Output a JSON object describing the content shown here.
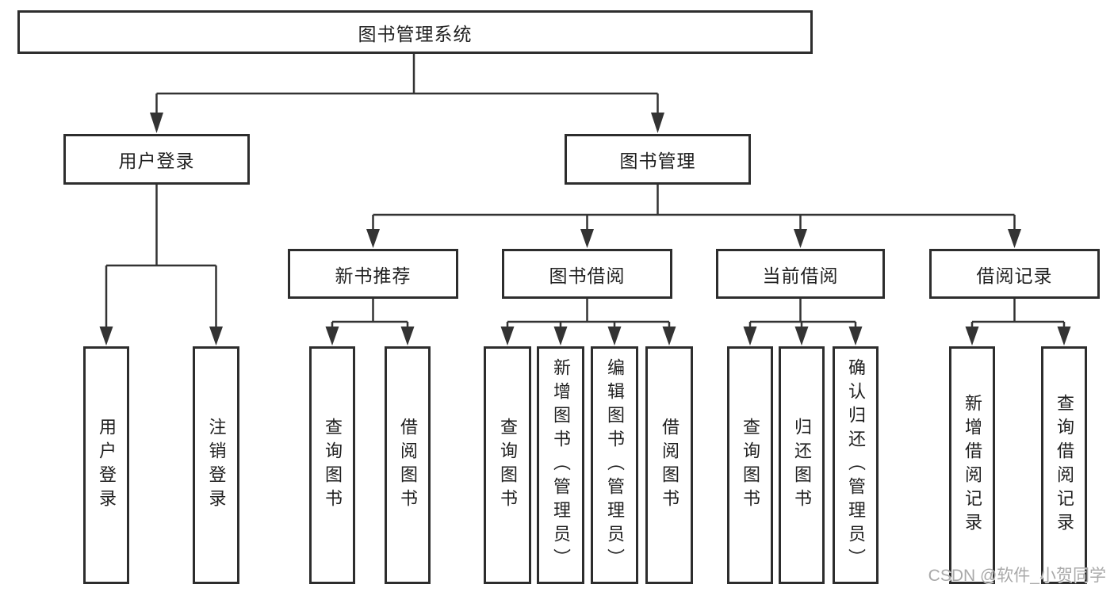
{
  "diagram": {
    "type": "tree",
    "title": "图书管理系统",
    "nodes": {
      "root": {
        "label": "图书管理系统"
      },
      "level2": [
        {
          "label": "用户登录"
        },
        {
          "label": "图书管理"
        }
      ],
      "level3": [
        {
          "label": "新书推荐"
        },
        {
          "label": "图书借阅"
        },
        {
          "label": "当前借阅"
        },
        {
          "label": "借阅记录"
        }
      ],
      "leaves": {
        "user_login": [
          "用户登录",
          "注销登录"
        ],
        "new_book_recommend": [
          "查询图书",
          "借阅图书"
        ],
        "book_borrow": [
          "查询图书",
          "新增图书（管理员）",
          "编辑图书（管理员）",
          "借阅图书"
        ],
        "current_borrow": [
          "查询图书",
          "归还图书",
          "确认归还（管理员）"
        ],
        "borrow_records": [
          "新增借阅记录",
          "查询借阅记录"
        ]
      }
    },
    "edges": [
      [
        "图书管理系统",
        "用户登录"
      ],
      [
        "图书管理系统",
        "图书管理"
      ],
      [
        "用户登录",
        "用户登录"
      ],
      [
        "用户登录",
        "注销登录"
      ],
      [
        "图书管理",
        "新书推荐"
      ],
      [
        "图书管理",
        "图书借阅"
      ],
      [
        "图书管理",
        "当前借阅"
      ],
      [
        "图书管理",
        "借阅记录"
      ],
      [
        "新书推荐",
        "查询图书"
      ],
      [
        "新书推荐",
        "借阅图书"
      ],
      [
        "图书借阅",
        "查询图书"
      ],
      [
        "图书借阅",
        "新增图书（管理员）"
      ],
      [
        "图书借阅",
        "编辑图书（管理员）"
      ],
      [
        "图书借阅",
        "借阅图书"
      ],
      [
        "当前借阅",
        "查询图书"
      ],
      [
        "当前借阅",
        "归还图书"
      ],
      [
        "当前借阅",
        "确认归还（管理员）"
      ],
      [
        "借阅记录",
        "新增借阅记录"
      ],
      [
        "借阅记录",
        "查询借阅记录"
      ]
    ]
  },
  "watermark": "CSDN @软件_小贺同学",
  "colors": {
    "box_border": "#2d2d2d",
    "connector_line": "#333333",
    "text": "#1f1f1f",
    "watermark_text": "#a9a9a9",
    "background": "#ffffff"
  }
}
